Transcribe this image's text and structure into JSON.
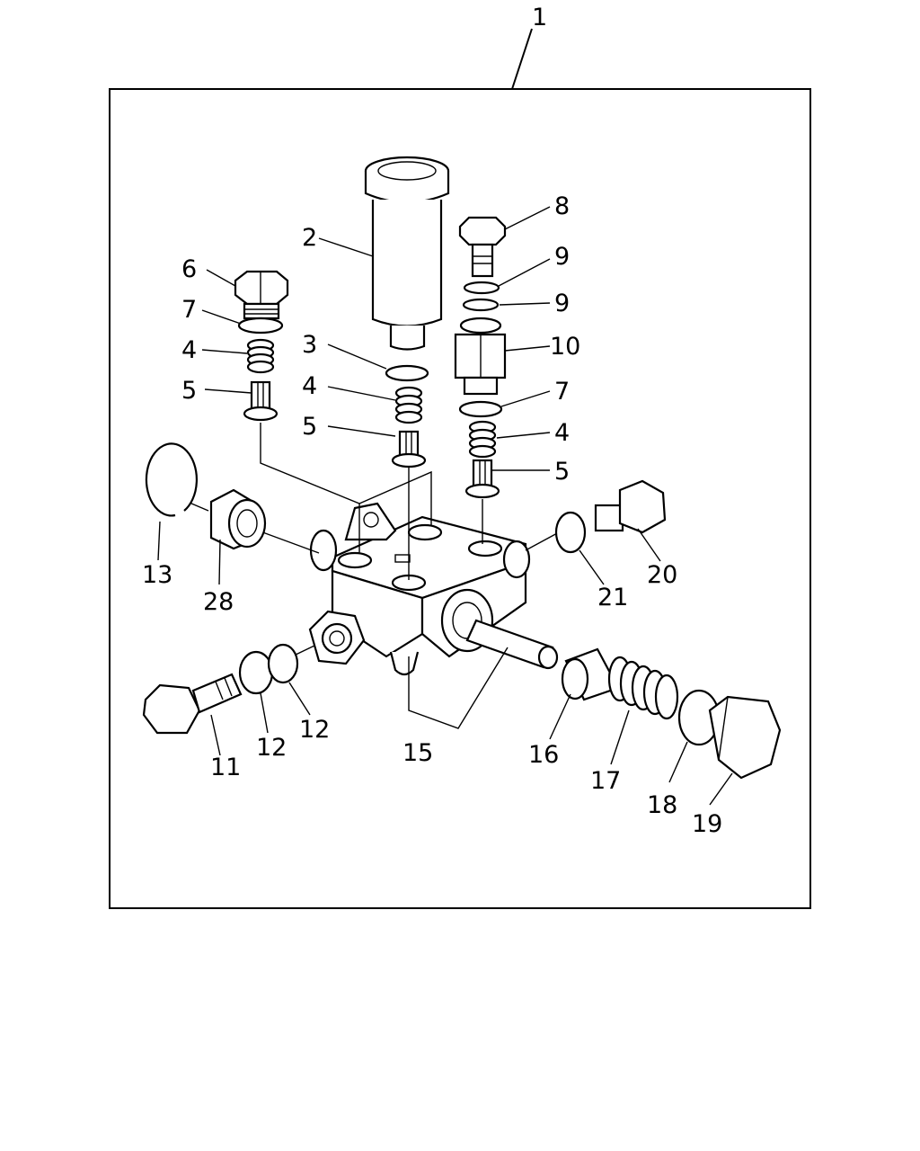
{
  "diagram": {
    "labels": {
      "l1": "1",
      "l2": "2",
      "l3": "3",
      "l4a": "4",
      "l4b": "4",
      "l4c": "4",
      "l5a": "5",
      "l5b": "5",
      "l5c": "5",
      "l6": "6",
      "l7a": "7",
      "l7b": "7",
      "l8": "8",
      "l9a": "9",
      "l9b": "9",
      "l10": "10",
      "l11": "11",
      "l12a": "12",
      "l12b": "12",
      "l13": "13",
      "l15": "15",
      "l16": "16",
      "l17": "17",
      "l18": "18",
      "l19": "19",
      "l20": "20",
      "l21": "21",
      "l28": "28"
    }
  }
}
